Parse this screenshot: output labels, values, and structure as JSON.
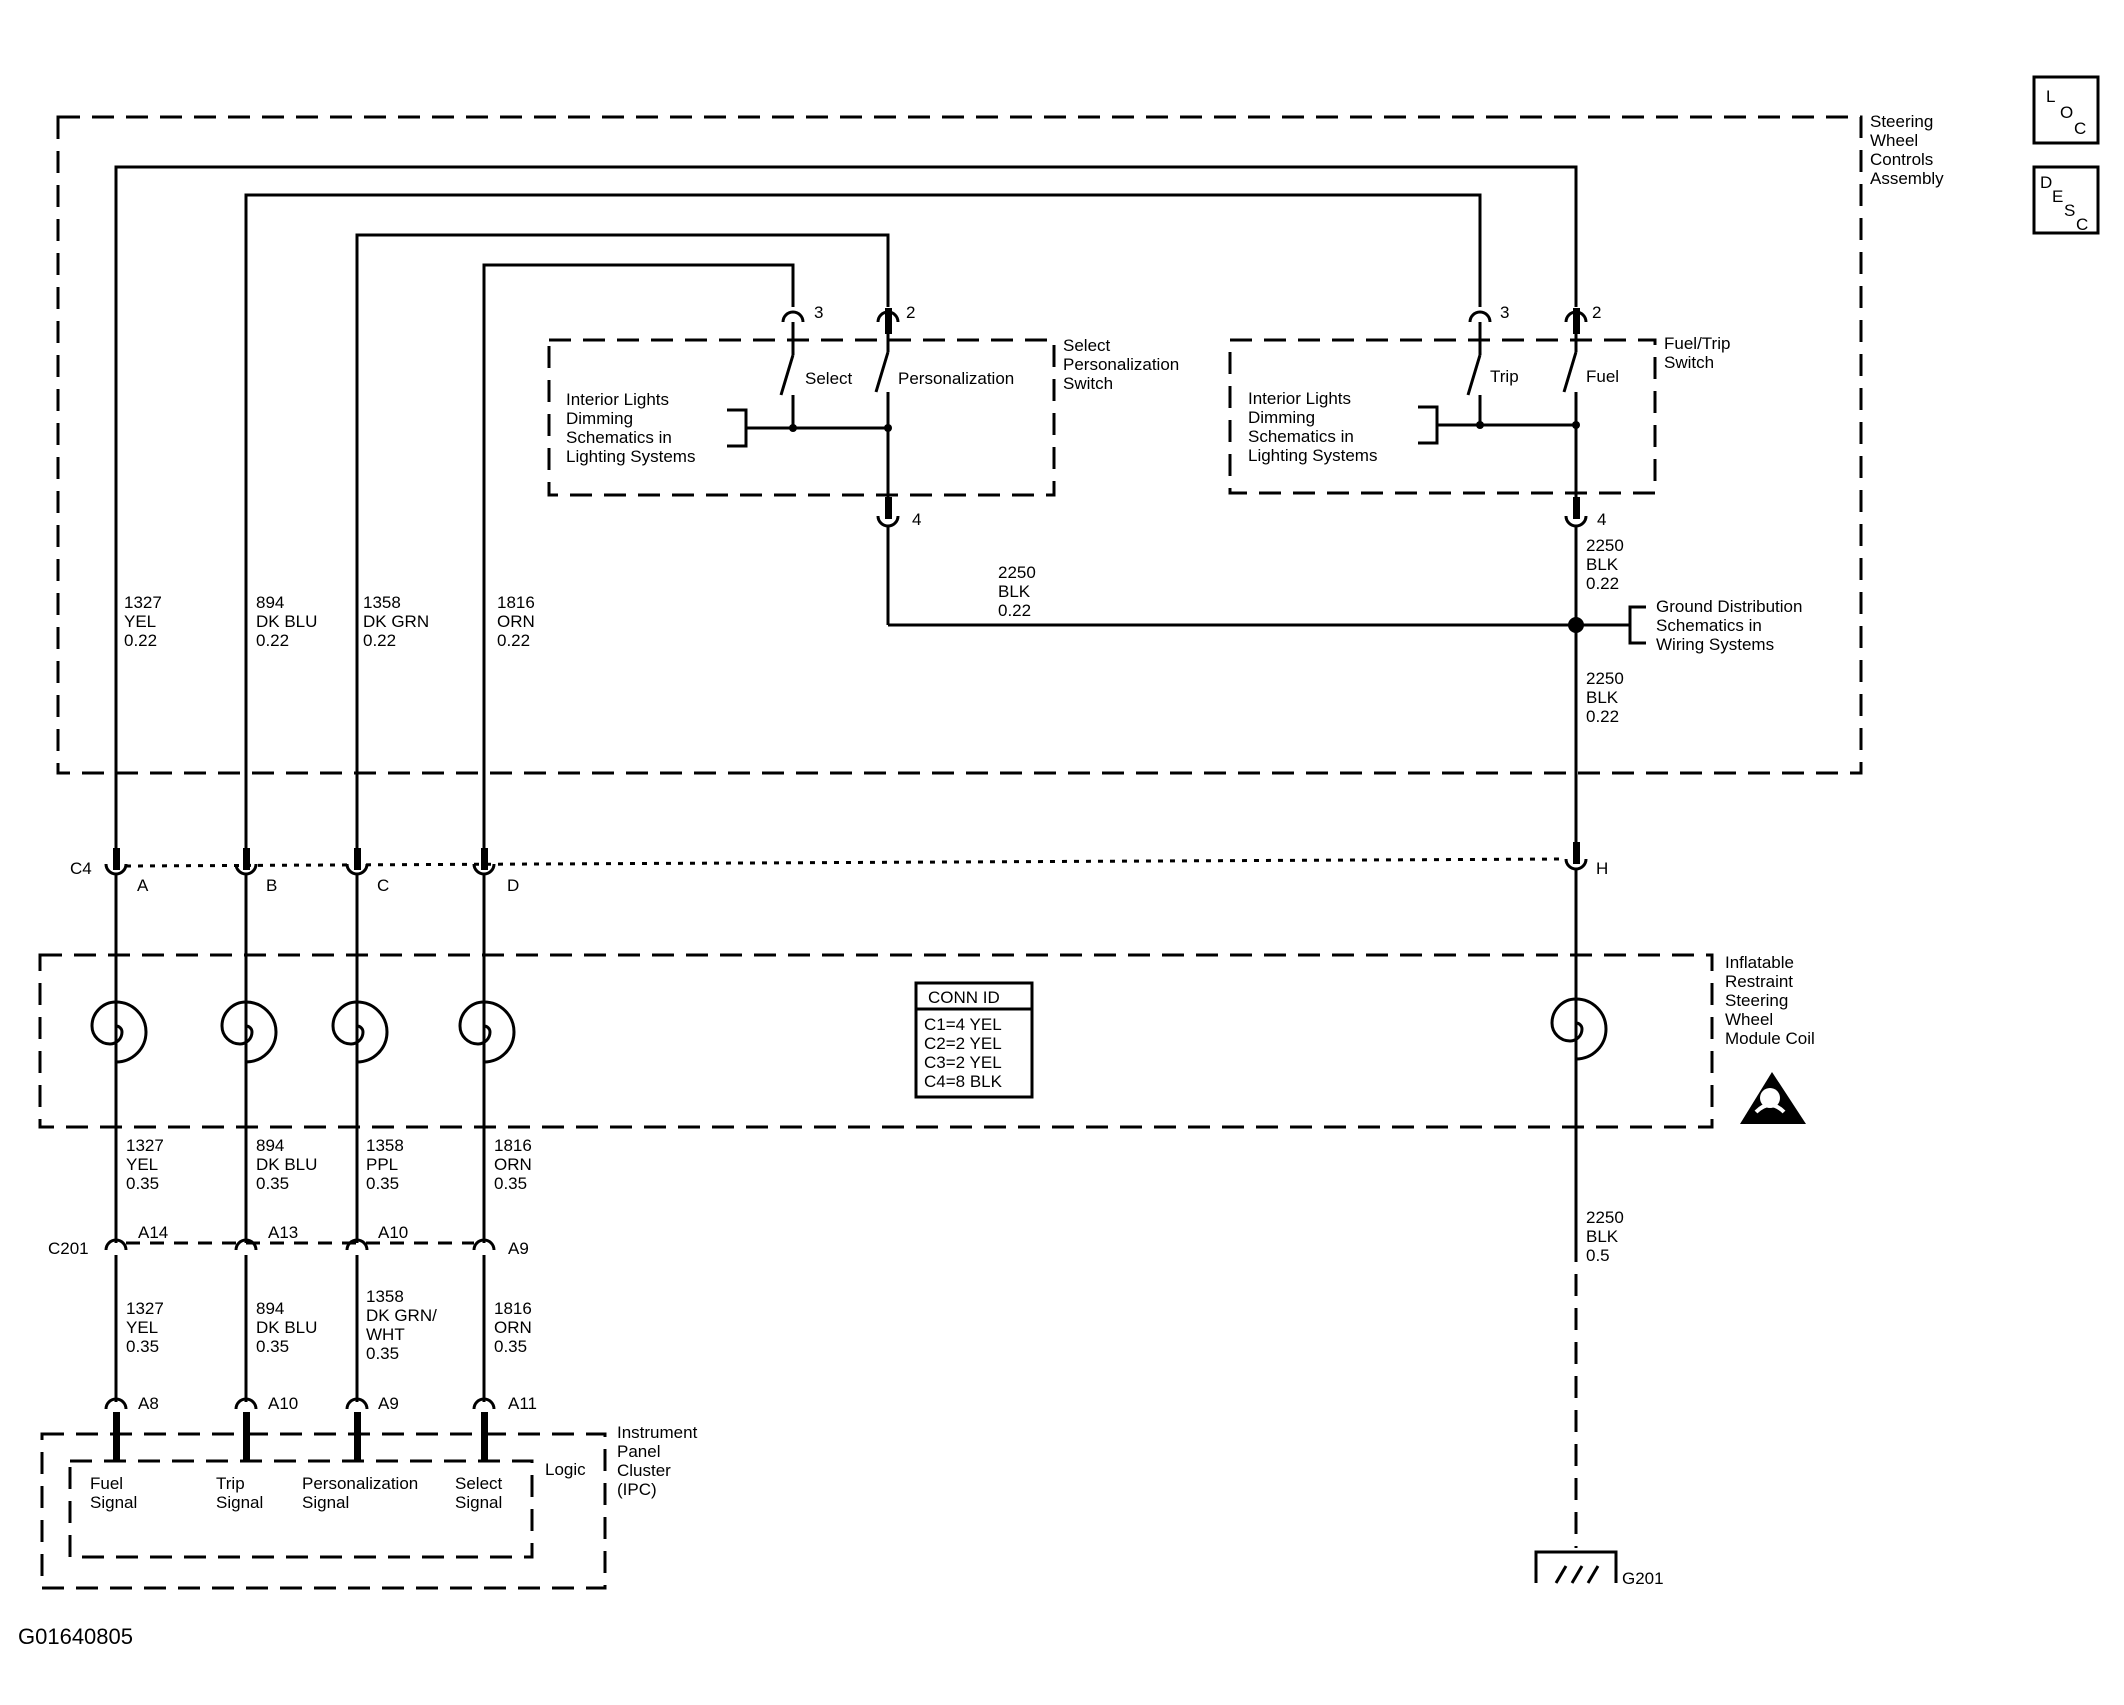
{
  "side_icons": {
    "loc": [
      "L",
      "O",
      "C"
    ],
    "desc": [
      "D",
      "E",
      "S",
      "C"
    ]
  },
  "assemblies": {
    "steering_wheel_controls": [
      "Steering",
      "Wheel",
      "Controls",
      "Assembly"
    ],
    "select_personalization_switch": [
      "Select",
      "Personalization",
      "Switch"
    ],
    "fuel_trip_switch": [
      "Fuel/Trip",
      "Switch"
    ],
    "inflatable_restraint_coil": [
      "Inflatable",
      "Restraint",
      "Steering",
      "Wheel",
      "Module Coil"
    ],
    "instrument_panel_cluster": [
      "Instrument",
      "Panel",
      "Cluster",
      "(IPC)"
    ],
    "logic": "Logic"
  },
  "references": {
    "interior_lights_left": [
      "Interior Lights",
      "Dimming",
      "Schematics in",
      "Lighting Systems"
    ],
    "interior_lights_right": [
      "Interior Lights",
      "Dimming",
      "Schematics in",
      "Lighting Systems"
    ],
    "ground_distribution": [
      "Ground Distribution",
      "Schematics in",
      "Wiring Systems"
    ]
  },
  "switch_labels": {
    "select": "Select",
    "personalization": "Personalization",
    "trip": "Trip",
    "fuel": "Fuel"
  },
  "switch_pins": {
    "sel_3": "3",
    "sel_2": "2",
    "sel_4": "4",
    "fuel_3": "3",
    "fuel_2": "2",
    "fuel_4": "4"
  },
  "connectors": {
    "c4": {
      "name": "C4",
      "pins": [
        "A",
        "B",
        "C",
        "D",
        "H"
      ]
    },
    "c201": {
      "name": "C201",
      "pins": [
        "A14",
        "A13",
        "A10",
        "A9"
      ]
    },
    "ipc": {
      "pins": [
        "A8",
        "A10",
        "A9",
        "A11"
      ]
    }
  },
  "wires": {
    "upper": [
      [
        "1327",
        "YEL",
        "0.22"
      ],
      [
        "894",
        "DK BLU",
        "0.22"
      ],
      [
        "1358",
        "DK GRN",
        "0.22"
      ],
      [
        "1816",
        "ORN",
        "0.22"
      ]
    ],
    "ground_horizontal": [
      "2250",
      "BLK",
      "0.22"
    ],
    "ground_vertical_upper": [
      "2250",
      "BLK",
      "0.22"
    ],
    "ground_vertical_lower": [
      "2250",
      "BLK",
      "0.22"
    ],
    "middle": [
      [
        "1327",
        "YEL",
        "0.35"
      ],
      [
        "894",
        "DK BLU",
        "0.35"
      ],
      [
        "1358",
        "PPL",
        "0.35"
      ],
      [
        "1816",
        "ORN",
        "0.35"
      ]
    ],
    "lower": [
      [
        "1327",
        "YEL",
        "0.35"
      ],
      [
        "894",
        "DK BLU",
        "0.35"
      ],
      [
        "1358",
        "DK GRN/",
        "WHT",
        "0.35"
      ],
      [
        "1816",
        "ORN",
        "0.35"
      ]
    ],
    "ground_main": [
      "2250",
      "BLK",
      "0.5"
    ]
  },
  "conn_id": {
    "header": "CONN ID",
    "rows": [
      "C1=4 YEL",
      "C2=2 YEL",
      "C3=2 YEL",
      "C4=8 BLK"
    ]
  },
  "ipc_signals": [
    [
      "Fuel",
      "Signal"
    ],
    [
      "Trip",
      "Signal"
    ],
    [
      "Personalization",
      "Signal"
    ],
    [
      "Select",
      "Signal"
    ]
  ],
  "ground_point": "G201",
  "figure_id": "G01640805"
}
